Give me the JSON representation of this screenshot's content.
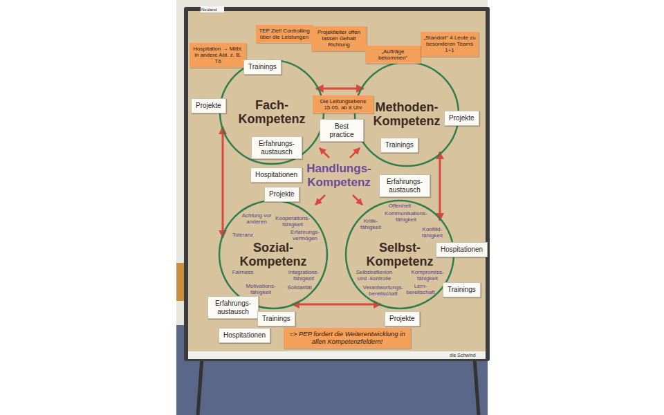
{
  "diagram": {
    "nodes": [
      {
        "text": [
          "Hospitation → Mitbl. in andere Abt. z. B. Tö"
        ]
      },
      {
        "text": [
          "TEP Ziel! Controlling über die Leistungen"
        ]
      },
      {
        "text": [
          "Projektleiter offen lassen Gehalt Richtung"
        ]
      },
      {
        "text": [
          "„Standort“ 4 Leute zu besonderen Teams 1+1"
        ]
      },
      {
        "text": [
          "„Aufträge bekommen“"
        ]
      },
      {
        "text": [
          "Trainings"
        ]
      },
      {
        "text": [
          "Die Leitungsebene 15.05. ab 8 Uhr"
        ]
      },
      {
        "text": [
          "Fach-Kompetenz"
        ]
      },
      {
        "text": [
          "Methoden-Kompetenz"
        ]
      },
      {
        "text": [
          "Projekte"
        ]
      },
      {
        "text": [
          "Best practice"
        ]
      },
      {
        "text": [
          "Projekte"
        ]
      },
      {
        "text": [
          "Erfahrungs-austausch"
        ]
      },
      {
        "text": [
          "Trainings"
        ]
      },
      {
        "text": [
          "Hospitationen"
        ]
      },
      {
        "text": [
          "Erfahrungs-austausch"
        ]
      },
      {
        "text": [
          "Projekte"
        ]
      },
      {
        "text": [
          "Sozial-Kompetenz",
          "Achtung vor anderen",
          "Kooperations-fähigkeit",
          "Erfahrungs-vermögen",
          "Toleranz",
          "Integrations-fähigkeit",
          "Fairness",
          "Solidarität",
          "Motivations-fähigkeit"
        ]
      },
      {
        "text": [
          "Selbst-Kompetenz",
          "Offenheit",
          "Kritik-fähigkeit",
          "Kommunikations-fähigkeit",
          "Konflikt-fähigkeit",
          "Selbstreflexion und -kontrolle",
          "Kompromiss-fähigkeit",
          "Verantwortungs-bereitschaft",
          "Lern-bereitschaft"
        ]
      },
      {
        "text": [
          "Hospitationen"
        ]
      },
      {
        "text": [
          "Trainings"
        ]
      },
      {
        "text": [
          "Erfahrungs-austausch"
        ]
      },
      {
        "text": [
          "Trainings"
        ]
      },
      {
        "text": [
          "Projekte"
        ]
      },
      {
        "text": [
          "Hospitationen"
        ]
      },
      {
        "text": [
          "=> PEP fordert die Weiterentwicklung in allen Kompetenzfeldern!"
        ]
      }
    ],
    "edges": [
      {
        "from": 7,
        "to": 8,
        "arrow": "both"
      },
      {
        "from": 7,
        "to": 17,
        "arrow": "both"
      },
      {
        "from": 8,
        "to": 18,
        "arrow": "both"
      },
      {
        "from": 17,
        "to": 18,
        "arrow": "both"
      }
    ],
    "labels": [
      "Handlungs-Kompetenz",
      "Neuland",
      "die Schwind"
    ]
  }
}
